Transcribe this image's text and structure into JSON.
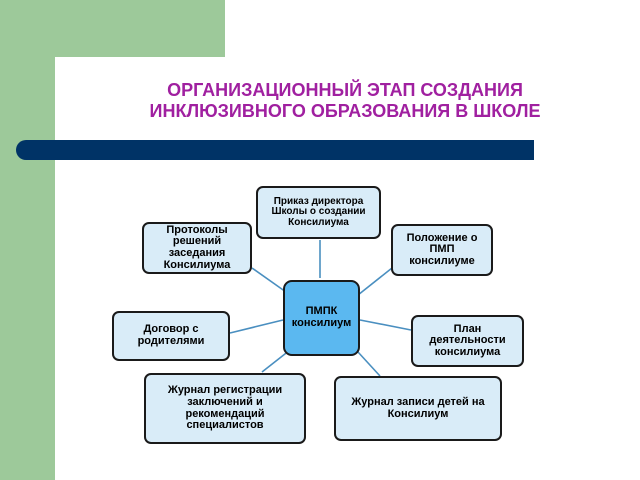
{
  "slide": {
    "title_line1": "ОРГАНИЗАЦИОННЫЙ ЭТАП СОЗДАНИЯ",
    "title_line2": "ИНКЛЮЗИВНОГО ОБРАЗОВАНИЯ В ШКОЛЕ"
  },
  "diagram": {
    "center": "ПМПК консилиум",
    "nodes": {
      "prikaz": "Приказ директора Школы о создании Консилиума",
      "protokoly": "Протоколы решений заседания Консилиума",
      "polozhenie": "Положение о ПМП консилиуме",
      "dogovor": "Договор с родителями",
      "plan": "План деятельности консилиума",
      "zhurnal_reg": "Журнал регистрации заключений и рекомендаций специалистов",
      "zhurnal_zap": "Журнал записи детей на Консилиум"
    }
  },
  "colors": {
    "title": "#a020a0",
    "bar": "#003366",
    "side_green": "#9dc99a",
    "node_fill": "#d9ecf8",
    "center_fill": "#5bb8f0",
    "connector": "#4a8fc0"
  }
}
